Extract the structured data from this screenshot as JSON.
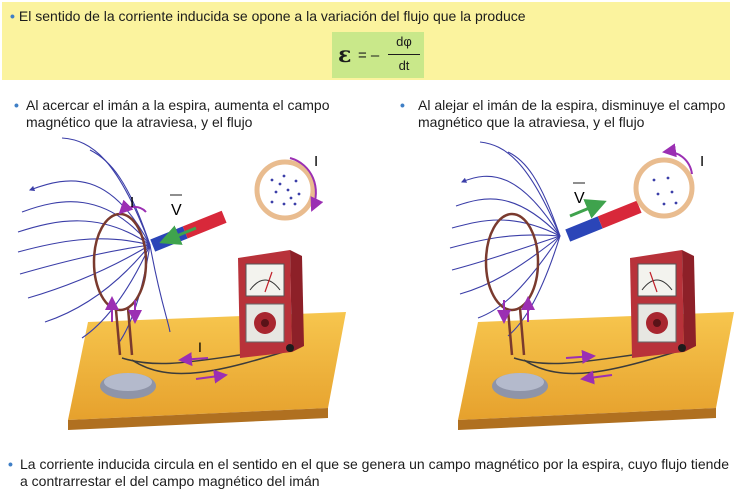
{
  "banner": {
    "text": "El sentido de la corriente inducida se opone a la variación del flujo que la produce",
    "formula": {
      "lhs": "ε",
      "eq": "= –",
      "numerator": "dφ",
      "denominator": "dt"
    }
  },
  "left_caption": "Al acercar el imán a la espira, aumenta el campo magnético que la atraviesa, y el flujo",
  "right_caption": "Al alejar el imán de la espira, disminuye el campo magnético que la atraviesa, y el flujo",
  "labels": {
    "current": "I",
    "velocity": "V"
  },
  "footer": "La corriente inducida circula en el sentido en el que se genera un campo magnético por la espira, cuyo flujo tiende a contrarrestar el del campo magnético del imán",
  "colors": {
    "banner_bg": "#fbf39e",
    "formula_bg": "#c9e88a",
    "bullet": "#3f7fc6",
    "field_lines": "#3b3ea8",
    "coil": "#7a3a2e",
    "table": "#f2b43c",
    "meter_case": "#b8323a",
    "current_arrow": "#9b2fb3",
    "velocity_arrow": "#3fa34d",
    "magnet_red": "#d8283a",
    "magnet_blue": "#2b45b8"
  }
}
